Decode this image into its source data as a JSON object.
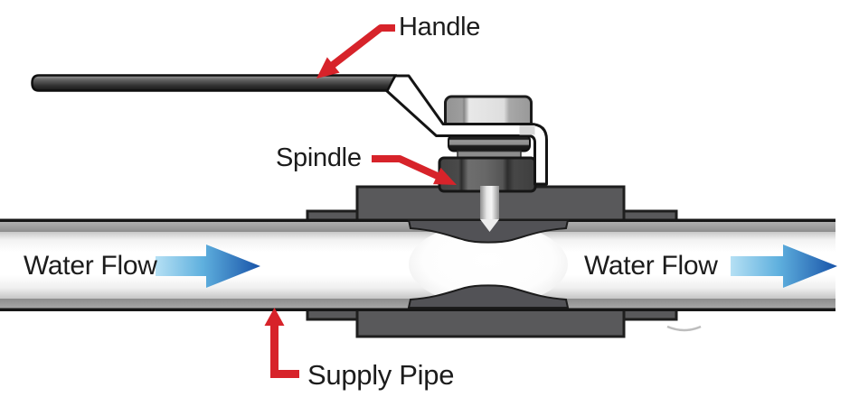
{
  "diagram": {
    "type": "ball-valve-cutaway",
    "labels": {
      "handle": "Handle",
      "spindle": "Spindle",
      "supply_pipe": "Supply Pipe",
      "water_flow_left": "Water Flow",
      "water_flow_right": "Water Flow"
    }
  },
  "colors": {
    "leader_red": "#d7232a",
    "flow_blue_light": "#b5e0f4",
    "flow_blue_dark": "#1853a8",
    "body_gray": "#59595b",
    "pipe_band_gray": "#9a9a9a",
    "label_text": "#1c1c1c",
    "background": "#ffffff"
  }
}
